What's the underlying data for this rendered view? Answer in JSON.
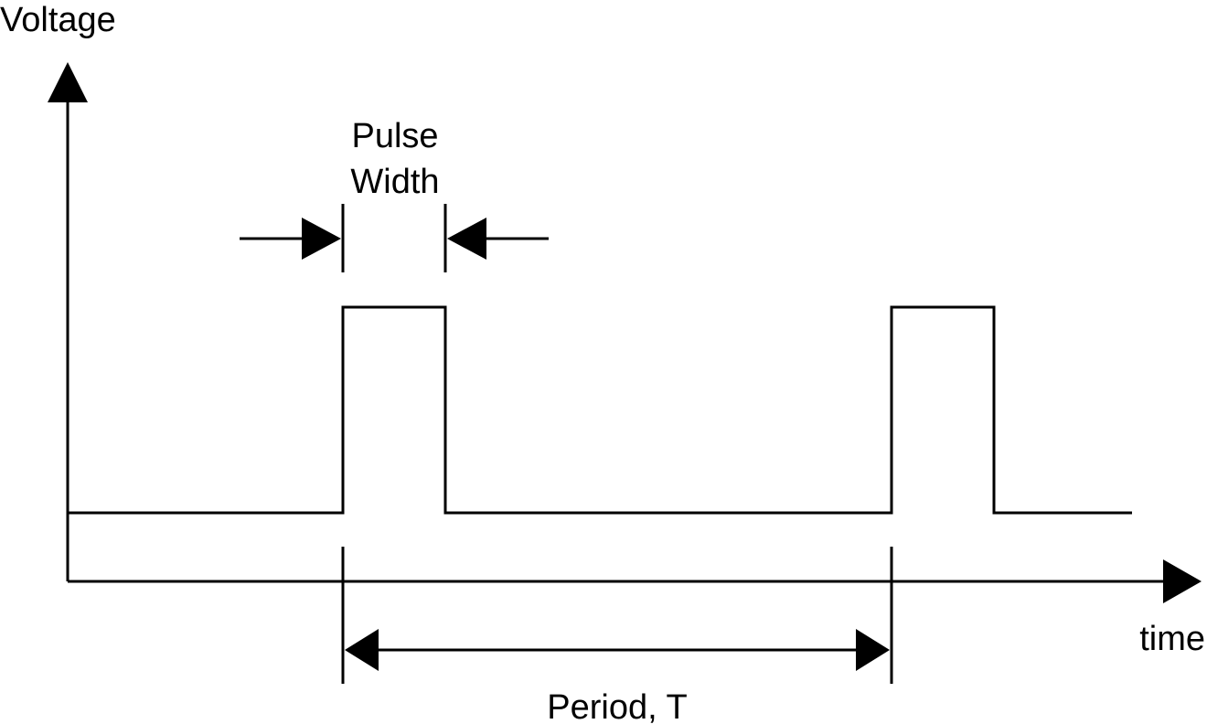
{
  "diagram": {
    "y_axis_label": "Voltage",
    "x_axis_label": "time",
    "pulse_width_label_line1": "Pulse",
    "pulse_width_label_line2": "Width",
    "period_label": "Period, T",
    "colors": {
      "stroke": "#000000",
      "background": "#ffffff"
    }
  }
}
